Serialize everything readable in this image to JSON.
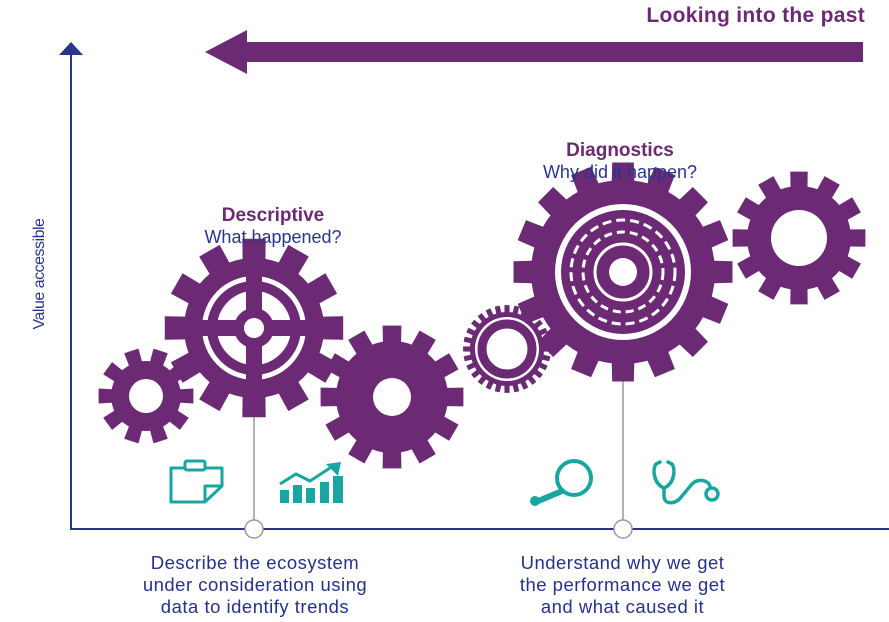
{
  "header": {
    "text": "Looking into the past"
  },
  "axis": {
    "y_label": "Value accessible"
  },
  "stages": [
    {
      "title": "Descriptive",
      "subtitle": "What happened?",
      "caption": [
        "Describe the ecosystem",
        "under consideration using",
        "data to identify trends"
      ],
      "icons": [
        "clipboard-icon",
        "growth-chart-icon"
      ]
    },
    {
      "title": "Diagnostics",
      "subtitle": "Why did it happen?",
      "caption": [
        "Understand why we get",
        "the performance we get",
        "and what caused it"
      ],
      "icons": [
        "magnifier-icon",
        "stethoscope-icon"
      ]
    }
  ],
  "colors": {
    "purple": "#6b2a73",
    "navy": "#29358c",
    "teal": "#19a6a1",
    "line": "#9a9a9a"
  }
}
